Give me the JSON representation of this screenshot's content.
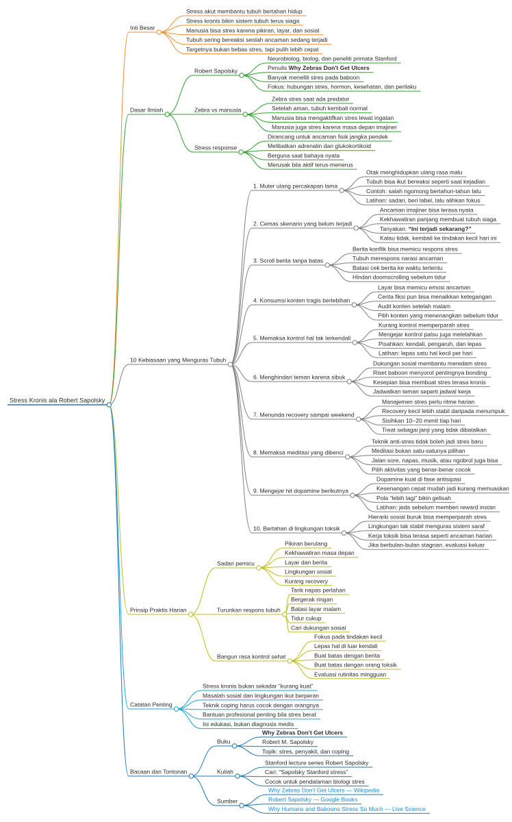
{
  "root": "Stress Kronis ala Robert Sapolsky",
  "colors": {
    "root": "#1f77b4",
    "b1": "#f28e2b",
    "b2": "#2ca02c",
    "b3": "#7f7f7f",
    "b4": "#bcbd22",
    "b5": "#17a2d8",
    "b6": "#1f77b4",
    "link": "#1a8cd8"
  },
  "branches": [
    {
      "label": "Inti Besar",
      "children": [
        {
          "label": "Stress akut membantu tubuh bertahan hidup"
        },
        {
          "label": "Stress kronis bikin sistem tubuh terus siaga"
        },
        {
          "label": "Manusia bisa stres karena pikiran, layar, dan sosial"
        },
        {
          "label": "Tubuh sering bereaksi seolah ancaman sedang terjadi"
        },
        {
          "label": "Targetnya bukan bebas stres, tapi pulih lebih cepat"
        }
      ]
    },
    {
      "label": "Dasar Ilmiah",
      "children": [
        {
          "label": "Robert Sapolsky",
          "children": [
            {
              "label": "Neurobiolog, biolog, dan peneliti primata Stanford"
            },
            {
              "label": "Penulis ",
              "bold": "Why Zebras Don't Get Ulcers"
            },
            {
              "label": "Banyak meneliti stres pada baboon"
            },
            {
              "label": "Fokus: hubungan stres, hormon, kesehatan, dan perilaku"
            }
          ]
        },
        {
          "label": "Zebra vs manusia",
          "children": [
            {
              "label": "Zebra stres saat ada predator"
            },
            {
              "label": "Setelah aman, tubuh kembali normal"
            },
            {
              "label": "Manusia bisa mengaktifkan stres lewat ingatan"
            },
            {
              "label": "Manusia juga stres karena masa depan imajiner"
            }
          ]
        },
        {
          "label": "Stress response",
          "children": [
            {
              "label": "Dirancang untuk ancaman fisik jangka pendek"
            },
            {
              "label": "Melibatkan adrenalin dan glukokortikoid"
            },
            {
              "label": "Berguna saat bahaya nyata"
            },
            {
              "label": "Merusak bila aktif terus-menerus"
            }
          ]
        }
      ]
    },
    {
      "label": "10 Kebiasaan yang Menguras Tubuh",
      "children": [
        {
          "label": "1. Muter ulang percakapan lama",
          "children": [
            {
              "label": "Otak menghidupkan ulang rasa malu"
            },
            {
              "label": "Tubuh bisa ikut bereaksi seperti saat kejadian"
            },
            {
              "label": "Contoh: salah ngomong bertahun-tahun lalu"
            },
            {
              "label": "Latihan: sadari, beri label, lalu alihkan fokus"
            }
          ]
        },
        {
          "label": "2. Cemas skenario yang belum terjadi",
          "children": [
            {
              "label": "Ancaman imajiner bisa terasa nyata"
            },
            {
              "label": "Kekhawatiran panjang membuat tubuh siaga"
            },
            {
              "label": "Tanyakan: ",
              "bold": "“Ini terjadi sekarang?”"
            },
            {
              "label": "Kalau tidak, kembali ke tindakan kecil hari ini"
            }
          ]
        },
        {
          "label": "3. Scroll berita tanpa batas",
          "children": [
            {
              "label": "Berita konflik bisa memicu respons stres"
            },
            {
              "label": "Tubuh merespons narasi ancaman"
            },
            {
              "label": "Batasi cek berita ke waktu tertentu"
            },
            {
              "label": "Hindari doomscrolling sebelum tidur"
            }
          ]
        },
        {
          "label": "4. Konsumsi konten tragis berlebihan",
          "children": [
            {
              "label": "Layar bisa memicu emosi ancaman"
            },
            {
              "label": "Cerita fiksi pun bisa menaikkan ketegangan"
            },
            {
              "label": "Audit konten setelah malam"
            },
            {
              "label": "Pilih konten yang menenangkan sebelum tidur"
            }
          ]
        },
        {
          "label": "5. Memaksa kontrol hal tak terkendali",
          "children": [
            {
              "label": "Kurang kontrol memperparah stres"
            },
            {
              "label": "Mengejar kontrol palsu juga melelahkan"
            },
            {
              "label": "Pisahkan: kendali, pengaruh, dan lepas"
            },
            {
              "label": "Latihan: lepas satu hal kecil per hari"
            }
          ]
        },
        {
          "label": "6. Menghindari teman karena sibuk",
          "children": [
            {
              "label": "Dukungan sosial membantu meredam stres"
            },
            {
              "label": "Riset baboon menyorot pentingnya bonding"
            },
            {
              "label": "Kesepian bisa membuat stres terasa kronis"
            },
            {
              "label": "Jadwalkan teman seperti jadwal kerja"
            }
          ]
        },
        {
          "label": "7. Menunda recovery sampai weekend",
          "children": [
            {
              "label": "Manajemen stres perlu ritme harian"
            },
            {
              "label": "Recovery kecil lebih stabil daripada menumpuk"
            },
            {
              "label": "Sisihkan 10–20 menit tiap hari"
            },
            {
              "label": "Treat sebagai janji yang tidak dibatalkan"
            }
          ]
        },
        {
          "label": "8. Memaksa meditasi yang dibenci",
          "children": [
            {
              "label": "Teknik anti-stres tidak boleh jadi stres baru"
            },
            {
              "label": "Meditasi bukan satu-satunya pilihan"
            },
            {
              "label": "Jalan sore, napas, musik, atau ngobrol juga bisa"
            },
            {
              "label": "Pilih aktivitas yang benar-benar cocok"
            }
          ]
        },
        {
          "label": "9. Mengejar hit dopamine berikutnya",
          "children": [
            {
              "label": "Dopamine kuat di fase antisipasi"
            },
            {
              "label": "Kesenangan cepat mudah jadi kurang memuaskan"
            },
            {
              "label": "Pola “lebih lagi” bikin gelisah"
            },
            {
              "label": "Latihan: jeda sebelum memberi reward instan"
            }
          ]
        },
        {
          "label": "10. Bertahan di lingkungan toksik",
          "children": [
            {
              "label": "Hierarki sosial buruk bisa memperparah stres"
            },
            {
              "label": "Lingkungan tak stabil menguras sistem saraf"
            },
            {
              "label": "Kerja toksik bisa terasa seperti ancaman harian"
            },
            {
              "label": "Jika berbulan-bulan stagnan, evaluasi keluar"
            }
          ]
        }
      ]
    },
    {
      "label": "Prinsip Praktis Harian",
      "children": [
        {
          "label": "Sadari pemicu",
          "children": [
            {
              "label": "Pikiran berulang"
            },
            {
              "label": "Kekhawatiran masa depan"
            },
            {
              "label": "Layar dan berita"
            },
            {
              "label": "Lingkungan sosial"
            },
            {
              "label": "Kurang recovery"
            }
          ]
        },
        {
          "label": "Turunkan respons tubuh",
          "children": [
            {
              "label": "Tarik napas perlahan"
            },
            {
              "label": "Bergerak ringan"
            },
            {
              "label": "Batasi layar malam"
            },
            {
              "label": "Tidur cukup"
            },
            {
              "label": "Cari dukungan sosial"
            }
          ]
        },
        {
          "label": "Bangun rasa kontrol sehat",
          "children": [
            {
              "label": "Fokus pada tindakan kecil"
            },
            {
              "label": "Lepas hal di luar kendali"
            },
            {
              "label": "Buat batas dengan berita"
            },
            {
              "label": "Buat batas dengan orang toksik"
            },
            {
              "label": "Evaluasi rutinitas mingguan"
            }
          ]
        }
      ]
    },
    {
      "label": "Catatan Penting",
      "children": [
        {
          "label": "Stress kronis bukan sekadar “kurang kuat”"
        },
        {
          "label": "Masalah sosial dan lingkungan ikut berperan"
        },
        {
          "label": "Teknik coping harus cocok dengan orangnya"
        },
        {
          "label": "Bantuan profesional penting bila stres berat"
        },
        {
          "label": "Ini edukasi, bukan diagnosis medis"
        }
      ]
    },
    {
      "label": "Bacaan dan Tontonan",
      "children": [
        {
          "label": "Buku",
          "children": [
            {
              "label": "",
              "bold": "Why Zebras Don't Get Ulcers"
            },
            {
              "label": "Robert M. Sapolsky"
            },
            {
              "label": "Topik: stres, penyakit, dan coping"
            }
          ]
        },
        {
          "label": "Kuliah",
          "children": [
            {
              "label": "Stanford lecture series Robert Sapolsky"
            },
            {
              "label": "Cari: “Sapolsky Stanford stress”"
            },
            {
              "label": "Cocok untuk pendalaman biologi stres"
            }
          ]
        },
        {
          "label": "Sumber",
          "children": [
            {
              "label": "Why Zebras Don't Get Ulcers — Wikipedia",
              "link": true
            },
            {
              "label": "Robert Sapolsky — Google Books",
              "link": true
            },
            {
              "label": "Why Humans and Baboons Stress So Much — Live Science",
              "link": true
            }
          ]
        }
      ]
    }
  ]
}
